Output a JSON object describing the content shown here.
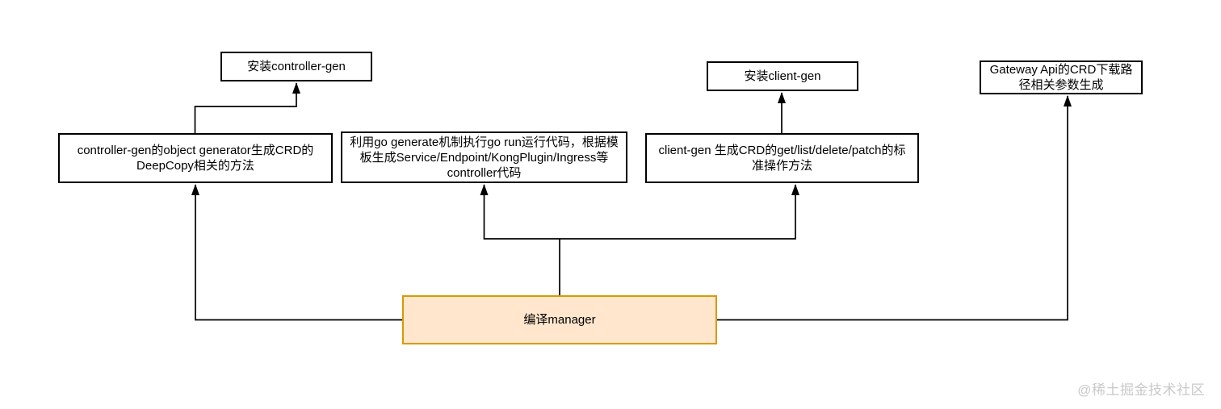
{
  "colors": {
    "node_fill": "#ffffff",
    "node_border": "#000000",
    "manager_fill": "#ffe6cc",
    "manager_border": "#d79b00",
    "connector": "#000000",
    "watermark": "#c9c9c9"
  },
  "nodes": {
    "install_controller_gen": {
      "label": "安装controller-gen"
    },
    "controller_gen_deepcopy": {
      "label": "controller-gen的object generator生成CRD的DeepCopy相关的方法"
    },
    "go_generate": {
      "label": "利用go generate机制执行go run运行代码，根据模板生成Service/Endpoint/KongPlugin/Ingress等controller代码"
    },
    "install_client_gen": {
      "label": "安装client-gen"
    },
    "client_gen": {
      "label": "client-gen 生成CRD的get/list/delete/patch的标准操作方法"
    },
    "gateway_api": {
      "label": "Gateway Api的CRD下载路径相关参数生成"
    },
    "compile_manager": {
      "label": "编译manager"
    }
  },
  "watermark": {
    "text": "@稀土掘金技术社区"
  }
}
